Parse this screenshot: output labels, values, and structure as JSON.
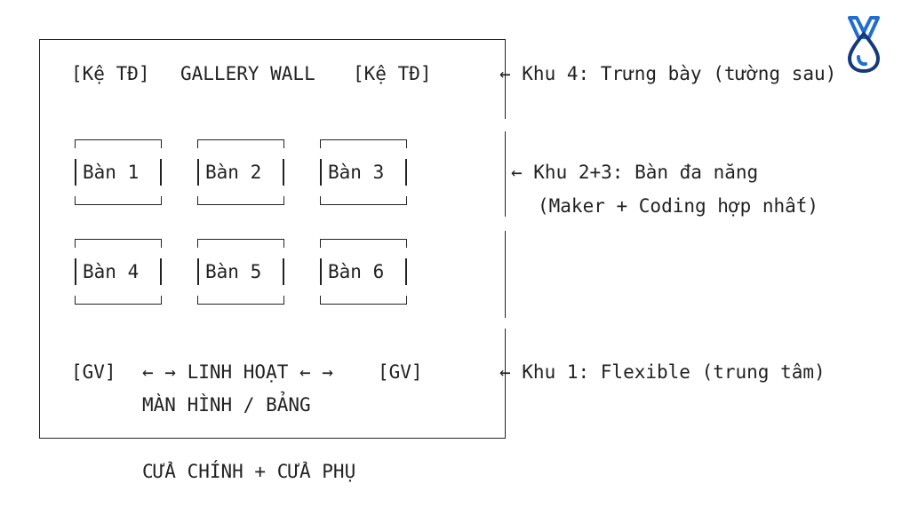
{
  "layout": {
    "top_row": {
      "left_shelf": "[Kệ TĐ]",
      "center_label": "GALLERY WALL",
      "right_shelf": "[Kệ TĐ]"
    },
    "desks": [
      {
        "label": "Bàn 1"
      },
      {
        "label": "Bàn 2"
      },
      {
        "label": "Bàn 3"
      },
      {
        "label": "Bàn 4"
      },
      {
        "label": "Bàn 5"
      },
      {
        "label": "Bàn 6"
      }
    ],
    "bottom_row": {
      "left_teacher": "[GV]",
      "center_label": "← → LINH HOẠT ← →",
      "right_teacher": "[GV]",
      "screen_label": "MÀN HÌNH / BẢNG"
    },
    "entrance": "CỬA CHÍNH + CỬA PHỤ"
  },
  "annotations": {
    "zone4": "← Khu 4: Trưng bày (tường sau)",
    "zone23_line1": "← Khu 2+3: Bàn đa năng",
    "zone23_line2": "(Maker + Coding hợp nhất)",
    "zone1": "← Khu 1: Flexible (trung tâm)"
  },
  "colors": {
    "line": "#222222",
    "logo_blue": "#1f6fd1",
    "logo_navy": "#143a7a"
  },
  "icons": {
    "logo": "water-drop-mountain-logo"
  }
}
